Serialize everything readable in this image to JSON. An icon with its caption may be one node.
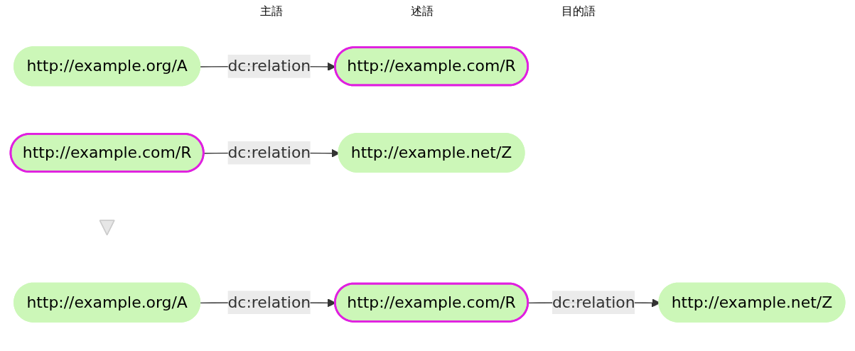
{
  "diagram": {
    "nodes": [
      {
        "text": [
          "http://example.org/A"
        ]
      },
      {
        "text": [
          "http://example.com/R"
        ]
      },
      {
        "text": [
          "http://example.com/R"
        ]
      },
      {
        "text": [
          "http://example.net/Z"
        ]
      },
      {
        "text": [],
        "shape": "arrow"
      },
      {
        "text": [
          "http://example.org/A"
        ]
      },
      {
        "text": [
          "http://example.com/R"
        ]
      },
      {
        "text": [
          "http://example.net/Z"
        ]
      }
    ],
    "edges": [
      {
        "from": 0,
        "to": 1,
        "arrow": "to",
        "label": "dc:relation"
      },
      {
        "from": 2,
        "to": 3,
        "arrow": "to",
        "label": "dc:relation"
      },
      {
        "from": 5,
        "to": 6,
        "arrow": "to",
        "label": "dc:relation"
      },
      {
        "from": 6,
        "to": 7,
        "arrow": "to",
        "label": "dc:relation"
      }
    ],
    "labels": [
      "主語",
      "述語",
      "目的語"
    ]
  }
}
